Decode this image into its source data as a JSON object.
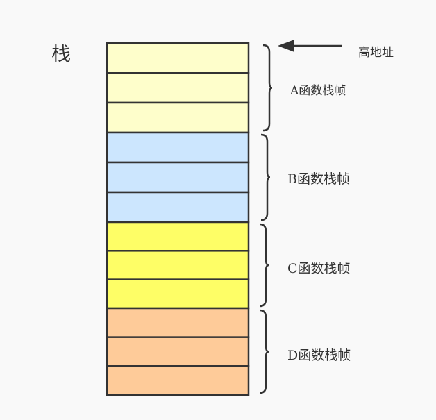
{
  "title": "栈",
  "address_label": "高地址",
  "colors": {
    "A": "#fefecb",
    "B": "#cce6fe",
    "C": "#fefe66",
    "D": "#fecb99",
    "stroke": "#333333"
  },
  "frames": [
    {
      "id": "A",
      "label": "A函数栈帧",
      "slots": 3
    },
    {
      "id": "B",
      "label": "B函数栈帧",
      "slots": 3
    },
    {
      "id": "C",
      "label": "C函数栈帧",
      "slots": 3
    },
    {
      "id": "D",
      "label": "D函数栈帧",
      "slots": 3
    }
  ]
}
